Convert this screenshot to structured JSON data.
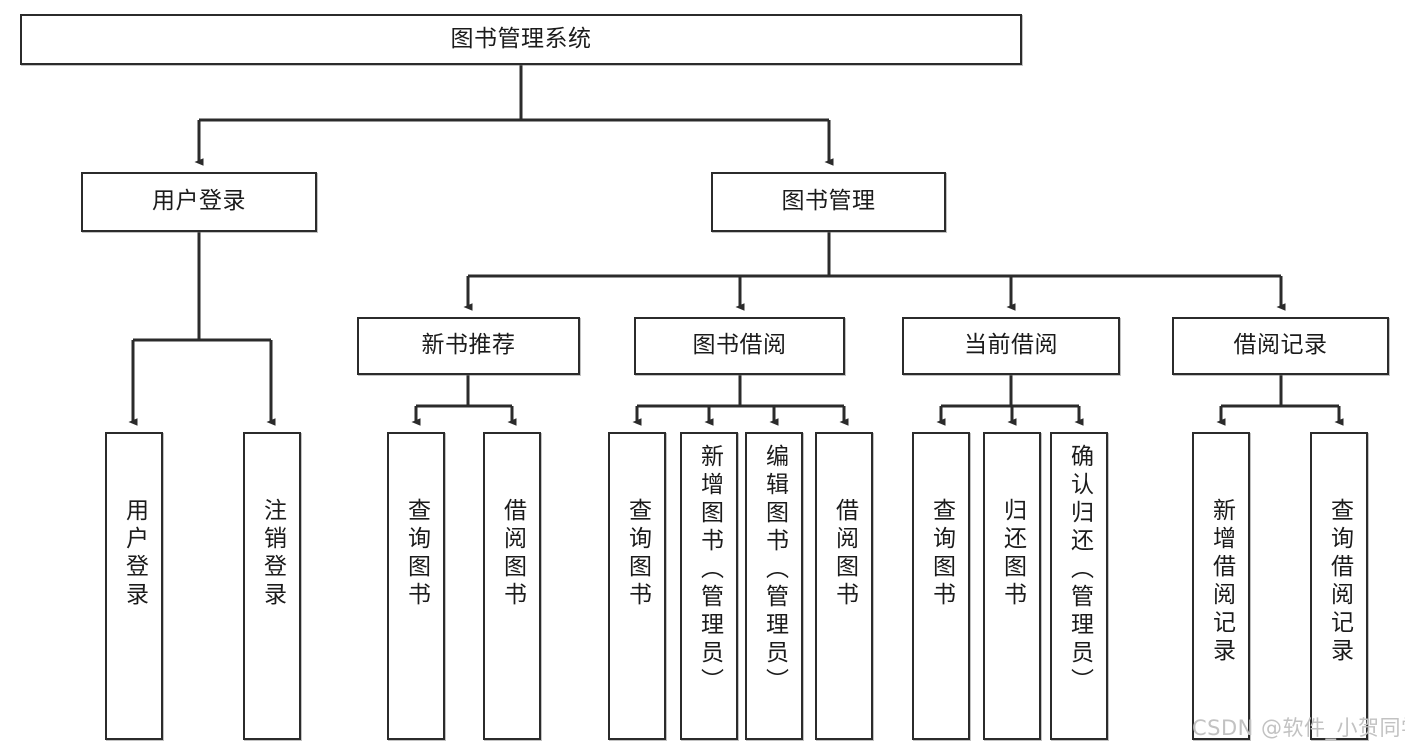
{
  "diagram": {
    "title": "图书管理系统",
    "type": "hierarchy-tree",
    "root": {
      "label": "图书管理系统"
    },
    "level2": [
      {
        "label": "用户登录"
      },
      {
        "label": "图书管理"
      }
    ],
    "level3": [
      {
        "label": "新书推荐"
      },
      {
        "label": "图书借阅"
      },
      {
        "label": "当前借阅"
      },
      {
        "label": "借阅记录"
      }
    ],
    "leaves": [
      {
        "label": "用户登录",
        "parent": "用户登录"
      },
      {
        "label": "注销登录",
        "parent": "用户登录"
      },
      {
        "label": "查询图书",
        "parent": "新书推荐"
      },
      {
        "label": "借阅图书",
        "parent": "新书推荐"
      },
      {
        "label": "查询图书",
        "parent": "图书借阅"
      },
      {
        "label": "新增图书（管理员）",
        "parent": "图书借阅"
      },
      {
        "label": "编辑图书（管理员）",
        "parent": "图书借阅"
      },
      {
        "label": "借阅图书",
        "parent": "图书借阅"
      },
      {
        "label": "查询图书",
        "parent": "当前借阅"
      },
      {
        "label": "归还图书",
        "parent": "当前借阅"
      },
      {
        "label": "确认归还（管理员）",
        "parent": "当前借阅"
      },
      {
        "label": "新增借阅记录",
        "parent": "借阅记录"
      },
      {
        "label": "查询借阅记录",
        "parent": "借阅记录"
      }
    ]
  },
  "watermark": {
    "text": "CSDN @软件_小贺同学"
  },
  "colors": {
    "stroke": "#2b2b2b",
    "background": "#ffffff",
    "text": "#1b1b1b",
    "watermark": "#c2c2c2"
  }
}
